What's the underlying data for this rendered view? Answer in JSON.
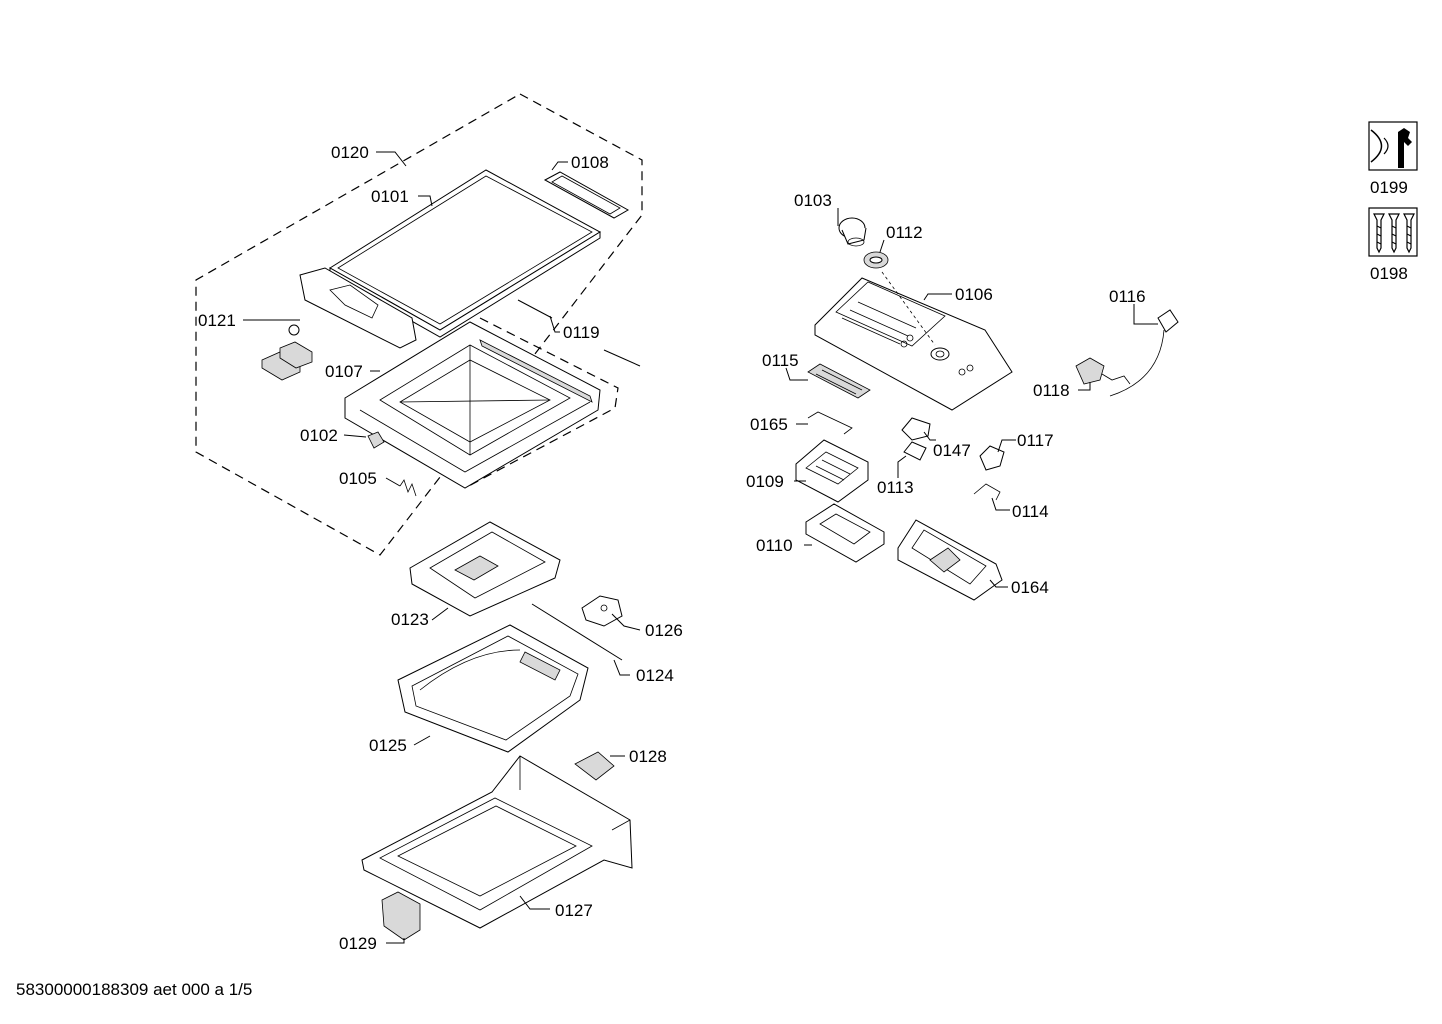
{
  "diagram": {
    "footer_text": "58300000188309 aet 000 a 1/5",
    "callouts": {
      "c0120": "0120",
      "c0108": "0108",
      "c0101": "0101",
      "c0121": "0121",
      "c0119": "0119",
      "c0107": "0107",
      "c0102": "0102",
      "c0105": "0105",
      "c0123": "0123",
      "c0126": "0126",
      "c0124": "0124",
      "c0125": "0125",
      "c0128": "0128",
      "c0127": "0127",
      "c0129": "0129",
      "c0103": "0103",
      "c0112": "0112",
      "c0106": "0106",
      "c0115": "0115",
      "c0165": "0165",
      "c0147": "0147",
      "c0117": "0117",
      "c0109": "0109",
      "c0113": "0113",
      "c0114": "0114",
      "c0110": "0110",
      "c0164": "0164",
      "c0116": "0116",
      "c0118": "0118"
    },
    "side_icons": {
      "tool_kit": {
        "label": "0199",
        "icon": "wrench-tool-icon"
      },
      "screw_kit": {
        "label": "0198",
        "icon": "screws-icon"
      }
    }
  }
}
